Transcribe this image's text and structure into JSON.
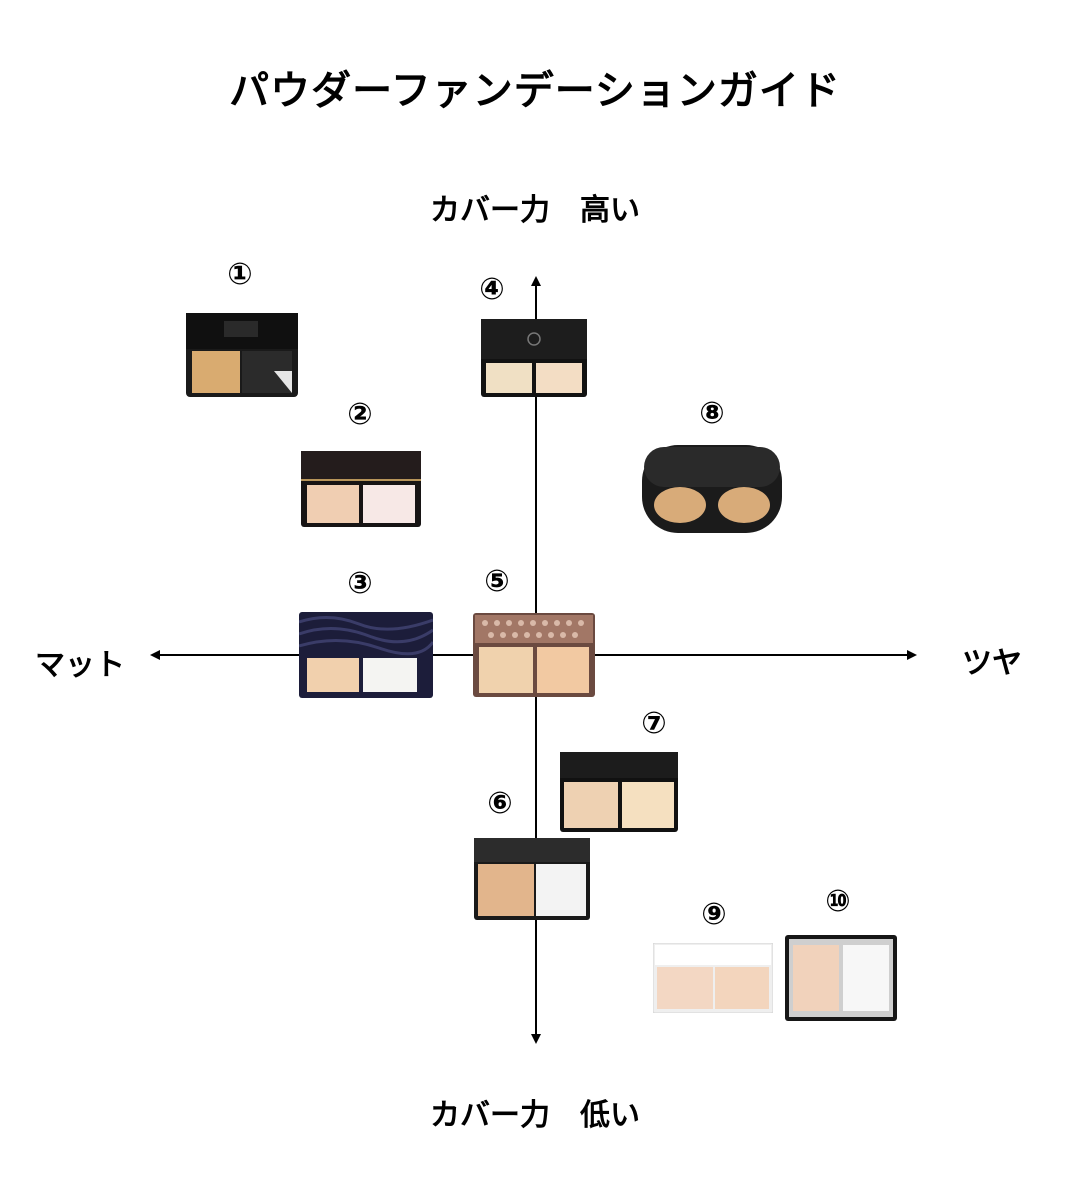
{
  "title": "パウダーファンデーションガイド",
  "axes": {
    "top": "カバー力　高い",
    "bottom": "カバー力　低い",
    "left": "マット",
    "right": "ツヤ"
  },
  "products": [
    {
      "number": "①",
      "icon": "square-compact-black-split"
    },
    {
      "number": "②",
      "icon": "square-compact-black-gold"
    },
    {
      "number": "③",
      "icon": "square-compact-navy-wave"
    },
    {
      "number": "④",
      "icon": "square-compact-black-glossy"
    },
    {
      "number": "⑤",
      "icon": "square-compact-rosegold-jeweled"
    },
    {
      "number": "⑥",
      "icon": "square-compact-black-dior"
    },
    {
      "number": "⑦",
      "icon": "square-compact-black"
    },
    {
      "number": "⑧",
      "icon": "round-compact-black"
    },
    {
      "number": "⑨",
      "icon": "square-compact-white-silver"
    },
    {
      "number": "⑩",
      "icon": "square-compact-black-silver"
    }
  ],
  "colors": {
    "foundation_light": "#f3d9c2",
    "foundation_medium": "#e9c39b",
    "foundation_dark": "#d6a66c",
    "case_black": "#151515",
    "case_navy": "#1c1d3a",
    "puff_white": "#f4f4f2"
  }
}
